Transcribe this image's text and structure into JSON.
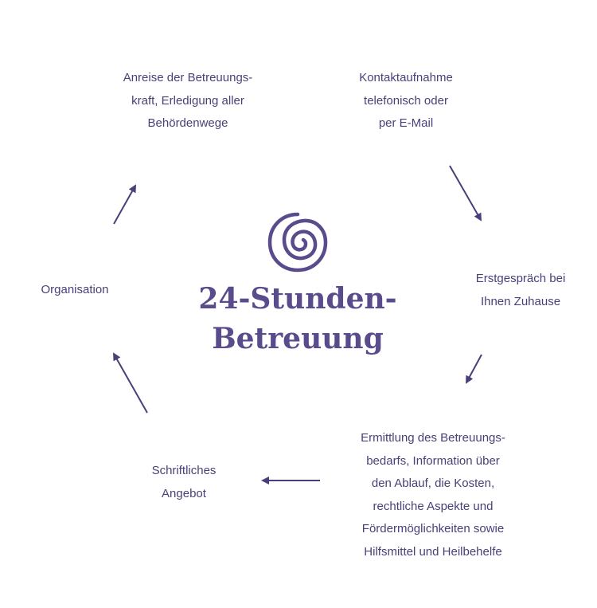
{
  "center": {
    "logo_icon": "spiral-icon",
    "title_line1": "24-Stunden-",
    "title_line2": "Betreuung"
  },
  "steps": [
    {
      "lines": [
        "Kontaktaufnahme",
        "telefonisch oder",
        "per E-Mail"
      ]
    },
    {
      "lines": [
        "Erstgespräch bei",
        "Ihnen Zuhause"
      ]
    },
    {
      "lines": [
        "Ermittlung des Betreuungs-",
        "bedarfs, Information über",
        "den Ablauf, die Kosten,",
        "rechtliche Aspekte und",
        "Fördermöglichkeiten sowie",
        "Hilfsmittel und Heilbehelfe"
      ]
    },
    {
      "lines": [
        "Schriftliches",
        "Angebot"
      ]
    },
    {
      "lines": [
        "Organisation"
      ]
    },
    {
      "lines": [
        "Anreise der Betreuungs-",
        "kraft, Erledigung aller",
        "Behördenwege"
      ]
    }
  ],
  "colors": {
    "text": "#4a3f78",
    "accent": "#5a4c8c",
    "background": "#ffffff"
  }
}
